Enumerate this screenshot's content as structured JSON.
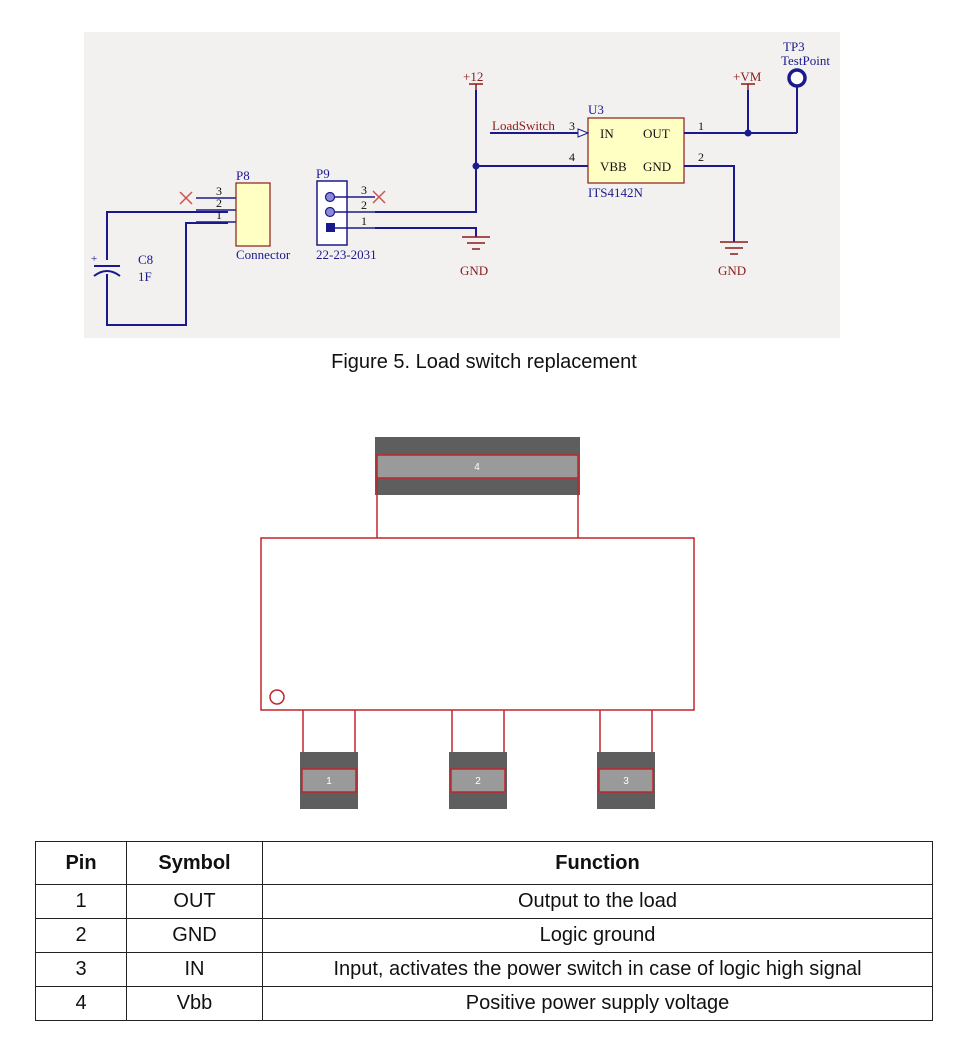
{
  "schematic": {
    "components": {
      "P8": {
        "ref": "P8",
        "value": "Connector",
        "pins": [
          "3",
          "2",
          "1"
        ]
      },
      "P9": {
        "ref": "P9",
        "value": "22-23-2031",
        "pins": [
          "3",
          "2",
          "1"
        ]
      },
      "C8": {
        "ref": "C8",
        "value": "1F",
        "polarity": "+"
      },
      "U3": {
        "ref": "U3",
        "value": "ITS4142N",
        "pin_labels": {
          "in": "IN",
          "out": "OUT",
          "vbb": "VBB",
          "gnd": "GND"
        },
        "pin_numbers": {
          "in": "3",
          "out": "1",
          "vbb": "4",
          "gnd": "2"
        }
      },
      "TP3": {
        "ref": "TP3",
        "value": "TestPoint"
      }
    },
    "nets": {
      "plus12": "+12",
      "vm": "+VM",
      "gnd_left": "GND",
      "gnd_right": "GND",
      "loadswitch": "LoadSwitch"
    },
    "colors": {
      "wire": "#1a1a8c",
      "net_label": "#8b1a1a",
      "component_fill": "#ffffc4",
      "component_border": "#8b1a1a",
      "background": "#f2f1ef"
    }
  },
  "caption": "Figure 5. Load switch replacement",
  "footprint": {
    "pads": [
      {
        "label": "4"
      },
      {
        "label": "1"
      },
      {
        "label": "2"
      },
      {
        "label": "3"
      }
    ],
    "colors": {
      "outline": "#c0262c",
      "pad_dark": "#5e5e5e",
      "pad_light": "#9a9a9a"
    }
  },
  "pin_table": {
    "headers": [
      "Pin",
      "Symbol",
      "Function"
    ],
    "rows": [
      {
        "pin": "1",
        "symbol": "OUT",
        "function": "Output to the load"
      },
      {
        "pin": "2",
        "symbol": "GND",
        "function": "Logic ground"
      },
      {
        "pin": "3",
        "symbol": "IN",
        "function": "Input, activates the power switch in case of logic high signal"
      },
      {
        "pin": "4",
        "symbol": "Vbb",
        "function": "Positive power supply voltage"
      }
    ]
  }
}
